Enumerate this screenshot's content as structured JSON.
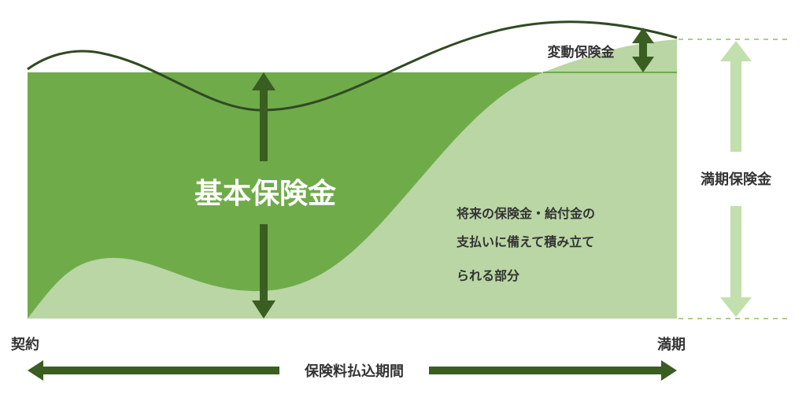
{
  "labels": {
    "basic_insurance": "基本保険金",
    "variable_insurance": "変動保険金",
    "maturity_insurance": "満期保険金",
    "reserve_line1": "将来の保険金・給付金の",
    "reserve_line2": "支払いに備えて積み立て",
    "reserve_line3": "られる部分",
    "contract": "契約",
    "maturity": "満期",
    "premium_period": "保険料払込期間"
  },
  "colors": {
    "basic_area": "#70ab4a",
    "reserve_area": "#b9d6a4",
    "dark_arrow": "#3a5d22",
    "light_arrow": "#c2dfae",
    "curve": "#2f4a22"
  }
}
